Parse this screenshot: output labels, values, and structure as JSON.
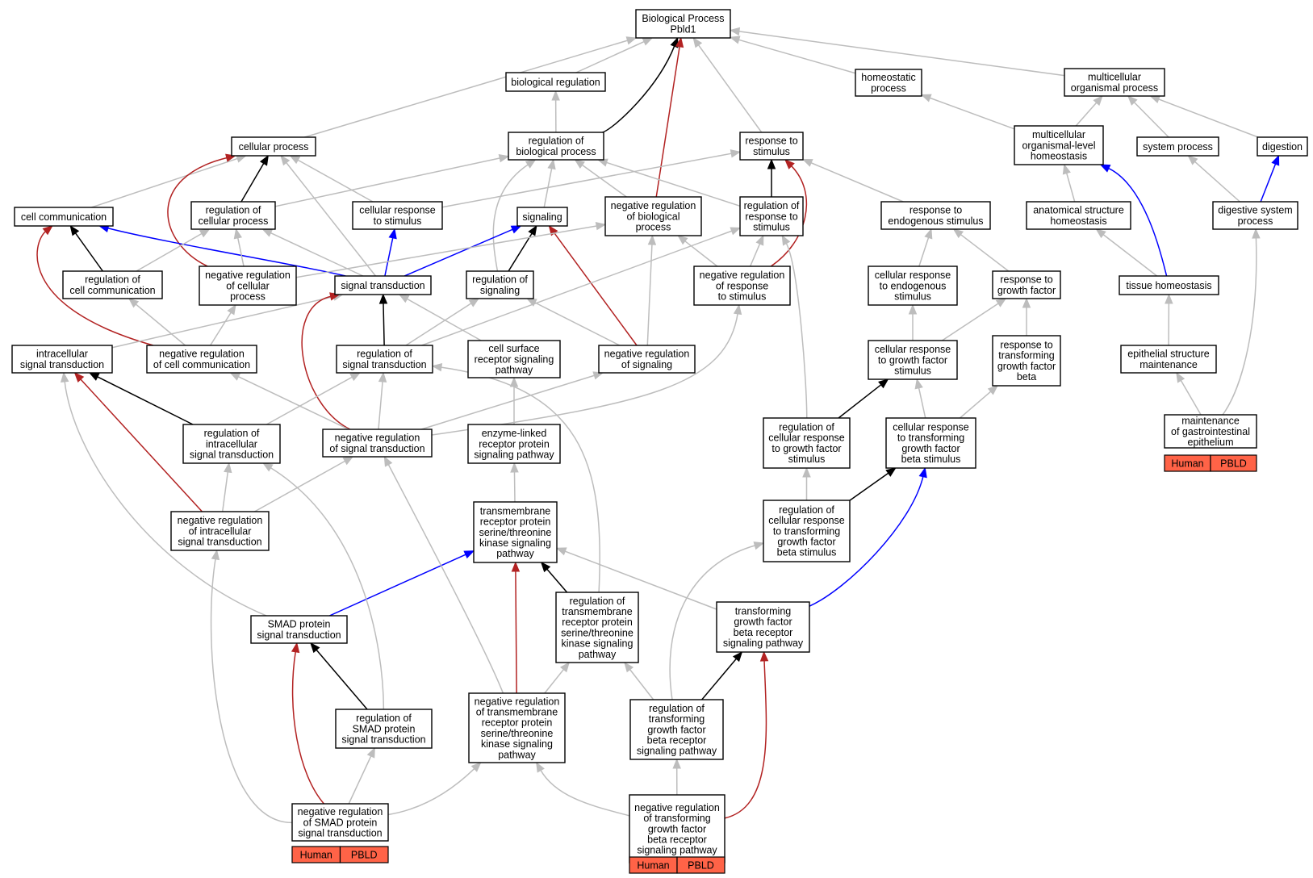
{
  "colors": {
    "is_a": "#bdbdbd",
    "part_of": "#000000",
    "regulates": "#0000ff",
    "negatively_regulates": "#b22222",
    "annotation": "#ff6347"
  },
  "annotation_labels": {
    "species": "Human",
    "gene": "PBLD"
  },
  "nodes": {
    "bp": {
      "lines": [
        "Biological Process",
        "Pbld1"
      ]
    },
    "bioreg": {
      "lines": [
        "biological regulation"
      ]
    },
    "homeo": {
      "lines": [
        "homeostatic",
        "process"
      ]
    },
    "multiorg": {
      "lines": [
        "multicellular",
        "organismal process"
      ]
    },
    "cellproc": {
      "lines": [
        "cellular process"
      ]
    },
    "regbio": {
      "lines": [
        "regulation of",
        "biological process"
      ]
    },
    "respstim": {
      "lines": [
        "response to",
        "stimulus"
      ]
    },
    "multihomeo": {
      "lines": [
        "multicellular",
        "organismal-level",
        "homeostasis"
      ]
    },
    "sysproc": {
      "lines": [
        "system process"
      ]
    },
    "digestion": {
      "lines": [
        "digestion"
      ]
    },
    "cellcomm": {
      "lines": [
        "cell communication"
      ]
    },
    "regcell": {
      "lines": [
        "regulation of",
        "cellular process"
      ]
    },
    "cellresp": {
      "lines": [
        "cellular response",
        "to stimulus"
      ]
    },
    "signaling": {
      "lines": [
        "signaling"
      ]
    },
    "negregbio": {
      "lines": [
        "negative regulation",
        "of biological",
        "process"
      ]
    },
    "regresp": {
      "lines": [
        "regulation of",
        "response to",
        "stimulus"
      ]
    },
    "respendo": {
      "lines": [
        "response to",
        "endogenous stimulus"
      ]
    },
    "anathomeo": {
      "lines": [
        "anatomical structure",
        "homeostasis"
      ]
    },
    "digsys": {
      "lines": [
        "digestive system",
        "process"
      ]
    },
    "regcomm": {
      "lines": [
        "regulation of",
        "cell communication"
      ]
    },
    "negregcell": {
      "lines": [
        "negative regulation",
        "of cellular",
        "process"
      ]
    },
    "sigtrans": {
      "lines": [
        "signal transduction"
      ]
    },
    "regsig": {
      "lines": [
        "regulation of",
        "signaling"
      ]
    },
    "negregresp": {
      "lines": [
        "negative regulation",
        "of response",
        "to stimulus"
      ]
    },
    "cellrespendo": {
      "lines": [
        "cellular response",
        "to endogenous",
        "stimulus"
      ]
    },
    "respgf": {
      "lines": [
        "response to",
        "growth factor"
      ]
    },
    "tissue": {
      "lines": [
        "tissue homeostasis"
      ]
    },
    "intrasig": {
      "lines": [
        "intracellular",
        "signal transduction"
      ]
    },
    "negregcomm": {
      "lines": [
        "negative regulation",
        "of cell communication"
      ]
    },
    "regsigtrans": {
      "lines": [
        "regulation of",
        "signal transduction"
      ]
    },
    "cellsurf": {
      "lines": [
        "cell surface",
        "receptor signaling",
        "pathway"
      ]
    },
    "negregsig": {
      "lines": [
        "negative regulation",
        "of signaling"
      ]
    },
    "cellrespgf": {
      "lines": [
        "cellular response",
        "to growth factor",
        "stimulus"
      ]
    },
    "resptgfb": {
      "lines": [
        "response to",
        "transforming",
        "growth factor",
        "beta"
      ]
    },
    "epimaint": {
      "lines": [
        "epithelial structure",
        "maintenance"
      ]
    },
    "regintra": {
      "lines": [
        "regulation of",
        "intracellular",
        "signal transduction"
      ]
    },
    "negregsigtrans": {
      "lines": [
        "negative regulation",
        "of signal transduction"
      ]
    },
    "enzyme": {
      "lines": [
        "enzyme-linked",
        "receptor protein",
        "signaling pathway"
      ]
    },
    "regcellrespgf": {
      "lines": [
        "regulation of",
        "cellular response",
        "to growth factor",
        "stimulus"
      ]
    },
    "cellresptgfb": {
      "lines": [
        "cellular response",
        "to transforming",
        "growth factor",
        "beta stimulus"
      ]
    },
    "maintgi": {
      "lines": [
        "maintenance",
        "of gastrointestinal",
        "epithelium"
      ]
    },
    "negregintra": {
      "lines": [
        "negative regulation",
        "of intracellular",
        "signal transduction"
      ]
    },
    "tmserthr": {
      "lines": [
        "transmembrane",
        "receptor protein",
        "serine/threonine",
        "kinase signaling",
        "pathway"
      ]
    },
    "regcellresptgfb": {
      "lines": [
        "regulation of",
        "cellular response",
        "to transforming",
        "growth factor",
        "beta stimulus"
      ]
    },
    "regtmserthr": {
      "lines": [
        "regulation of",
        "transmembrane",
        "receptor protein",
        "serine/threonine",
        "kinase signaling",
        "pathway"
      ]
    },
    "tgfbpath": {
      "lines": [
        "transforming",
        "growth factor",
        "beta receptor",
        "signaling pathway"
      ]
    },
    "smad": {
      "lines": [
        "SMAD protein",
        "signal transduction"
      ]
    },
    "regsmad": {
      "lines": [
        "regulation of",
        "SMAD protein",
        "signal transduction"
      ]
    },
    "negregtm": {
      "lines": [
        "negative regulation",
        "of transmembrane",
        "receptor protein",
        "serine/threonine",
        "kinase signaling",
        "pathway"
      ]
    },
    "regtgfb": {
      "lines": [
        "regulation of",
        "transforming",
        "growth factor",
        "beta receptor",
        "signaling pathway"
      ]
    },
    "negregsmad": {
      "lines": [
        "negative regulation",
        "of SMAD protein",
        "signal transduction"
      ]
    },
    "negregtgfb": {
      "lines": [
        "negative regulation",
        "of transforming",
        "growth factor",
        "beta receptor",
        "signaling pathway"
      ]
    }
  }
}
